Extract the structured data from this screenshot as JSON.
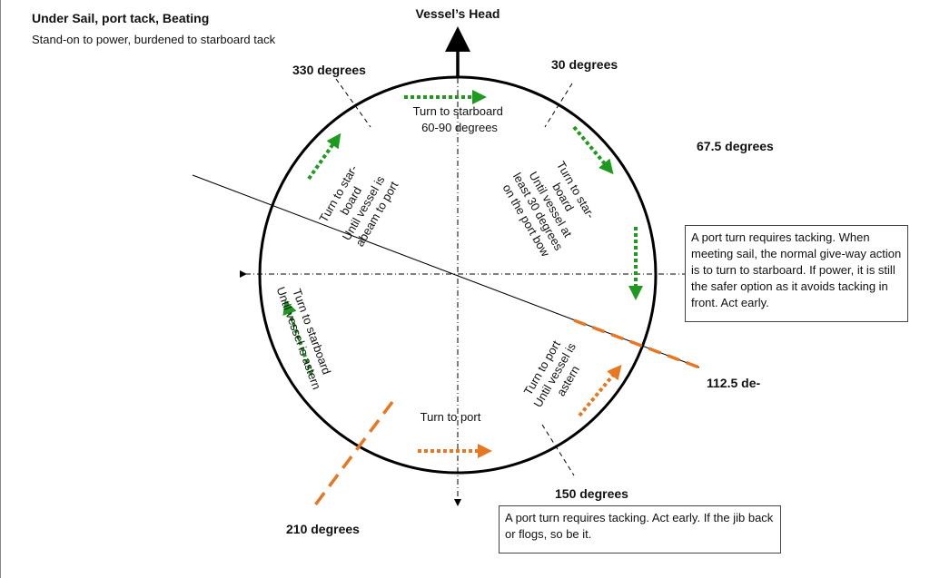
{
  "title": "Under Sail, port tack, Beating",
  "subtitle": "Stand-on to power, burdened to starboard tack",
  "vessel_head": "Vessel’s Head",
  "angles": {
    "a330": "330 degrees",
    "a30": "30 degrees",
    "a67": "67.5 degrees",
    "a112": "112.5 de-",
    "a150": "150 degrees",
    "a210": "210 degrees"
  },
  "sectors": {
    "ahead": [
      "Turn to starboard",
      "60-90 degrees"
    ],
    "port_bow": [
      "Turn to star-",
      "board",
      "Until vessel is",
      "abeam to port"
    ],
    "starboard_bow": [
      "Turn to star-",
      "board",
      "Until vessel at",
      "least 30 degrees",
      "on the port bow"
    ],
    "port_quarter": [
      "Turn to starboard",
      "Until vessel is astern"
    ],
    "starboard_quarter": [
      "Turn to port",
      "Until vessel is",
      "astern"
    ],
    "astern": "Turn to port"
  },
  "notes": {
    "starboard": "A port turn requires tacking. When meeting sail, the normal give-way action is to  turn to starboard. If power, it is still the safer option as it avoids tacking in front. Act early.",
    "astern": "A port turn requires tacking.  Act early.  If the jib back or flogs, so be it."
  },
  "colors": {
    "starboard_turn": "#1e9a1e",
    "port_turn": "#e87722",
    "line": "#000000"
  }
}
